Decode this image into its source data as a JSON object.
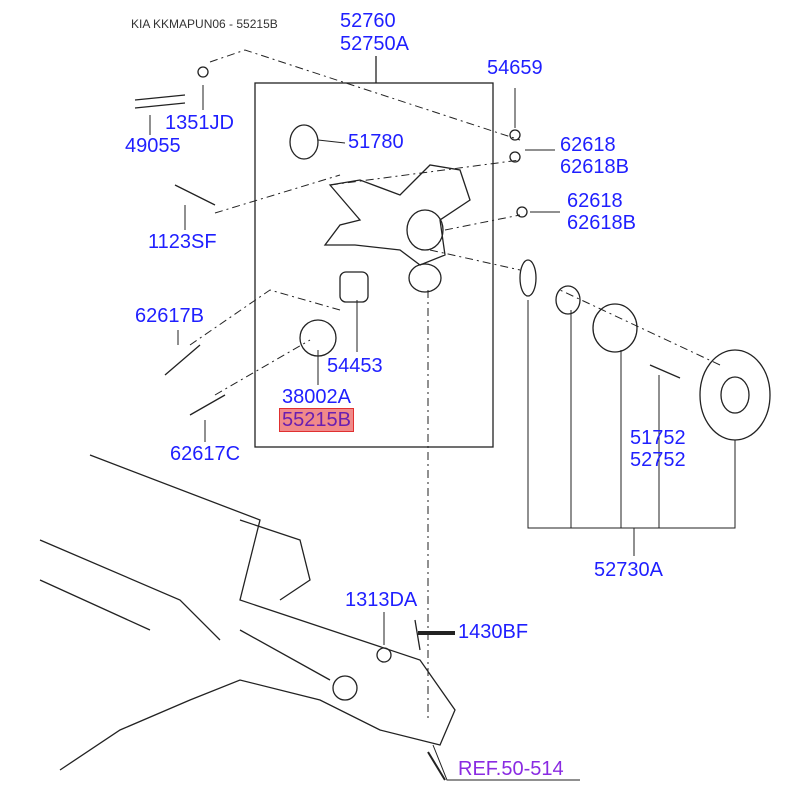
{
  "header": {
    "title": "KIA KKMAPUN06 - 55215B"
  },
  "colors": {
    "label": "#1f1fff",
    "highlight": "#f08a8a",
    "reference": "#8a2be2",
    "line": "#222222"
  },
  "parts": [
    {
      "id": "p52760",
      "code": "52760"
    },
    {
      "id": "p52750A",
      "code": "52750A"
    },
    {
      "id": "p54659",
      "code": "54659"
    },
    {
      "id": "p1351JD",
      "code": "1351JD"
    },
    {
      "id": "p49055",
      "code": "49055"
    },
    {
      "id": "p51780",
      "code": "51780"
    },
    {
      "id": "p62618a",
      "code": "62618"
    },
    {
      "id": "p62618Ba",
      "code": "62618B"
    },
    {
      "id": "p62618b",
      "code": "62618"
    },
    {
      "id": "p62618Bb",
      "code": "62618B"
    },
    {
      "id": "p1123SF",
      "code": "1123SF"
    },
    {
      "id": "p62617B",
      "code": "62617B"
    },
    {
      "id": "p54453",
      "code": "54453"
    },
    {
      "id": "p38002A",
      "code": "38002A"
    },
    {
      "id": "p55215B",
      "code": "55215B",
      "highlighted": true
    },
    {
      "id": "p62617C",
      "code": "62617C"
    },
    {
      "id": "p51752",
      "code": "51752"
    },
    {
      "id": "p52752",
      "code": "52752"
    },
    {
      "id": "p52730A",
      "code": "52730A"
    },
    {
      "id": "p1313DA",
      "code": "1313DA"
    },
    {
      "id": "p1430BF",
      "code": "1430BF"
    }
  ],
  "reference": {
    "label": "REF.50-514"
  }
}
